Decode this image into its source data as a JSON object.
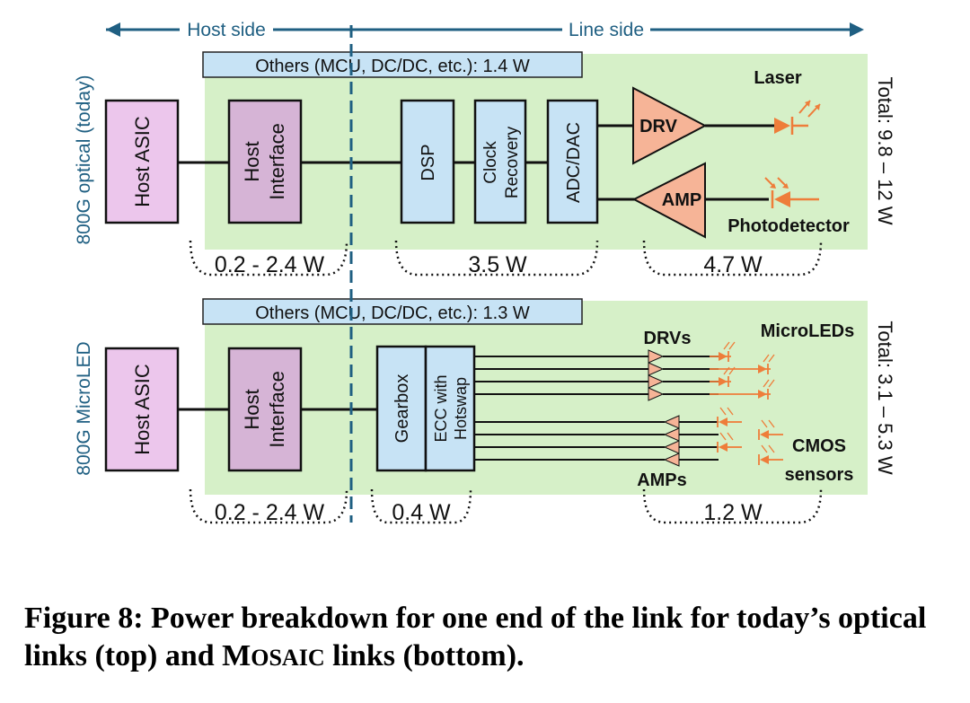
{
  "colors": {
    "side_arrow": "#1f5f82",
    "divider": "#1f5f82",
    "green_panel": "#d6f0c8",
    "host_asic": "#ecc6ec",
    "host_interface": "#d6b4d6",
    "dsp_blue": "#c7e3f5",
    "amp_orange": "#f6b497",
    "led_orange": "#ee7d3a",
    "row_label": "#1f5f82"
  },
  "header": {
    "host_side": "Host side",
    "line_side": "Line side"
  },
  "top": {
    "row_label": "800G optical (today)",
    "others": "Others (MCU, DC/DC, etc.): 1.4 W",
    "host_asic": "Host ASIC",
    "host_interface_l1": "Host",
    "host_interface_l2": "Interface",
    "dsp": "DSP",
    "clock_l1": "Clock",
    "clock_l2": "Recovery",
    "adc": "ADC/DAC",
    "drv": "DRV",
    "amp": "AMP",
    "laser": "Laser",
    "photodetector": "Photodetector",
    "total": "Total: 9.8 – 12 W",
    "power_host": "0.2 - 2.4 W",
    "power_dsp": "3.5 W",
    "power_optics": "4.7 W"
  },
  "bottom": {
    "row_label": "800G MicroLED",
    "others": "Others (MCU, DC/DC, etc.): 1.3 W",
    "host_asic": "Host ASIC",
    "host_interface_l1": "Host",
    "host_interface_l2": "Interface",
    "gearbox": "Gearbox",
    "ecc_l1": "ECC with",
    "ecc_l2": "Hotswap",
    "drvs": "DRVs",
    "amps": "AMPs",
    "microleds": "MicroLEDs",
    "cmos_l1": "CMOS",
    "cmos_l2": "sensors",
    "total": "Total: 3.1 – 5.3 W",
    "power_host": "0.2 - 2.4 W",
    "power_gearbox": "0.4 W",
    "power_optics": "1.2 W"
  },
  "caption": {
    "prefix": "Figure 8: Power breakdown for one end of the link for today’s optical links (top) and ",
    "mosaic_m": "M",
    "mosaic_rest": "OSAIC",
    "suffix": " links (bottom)."
  }
}
